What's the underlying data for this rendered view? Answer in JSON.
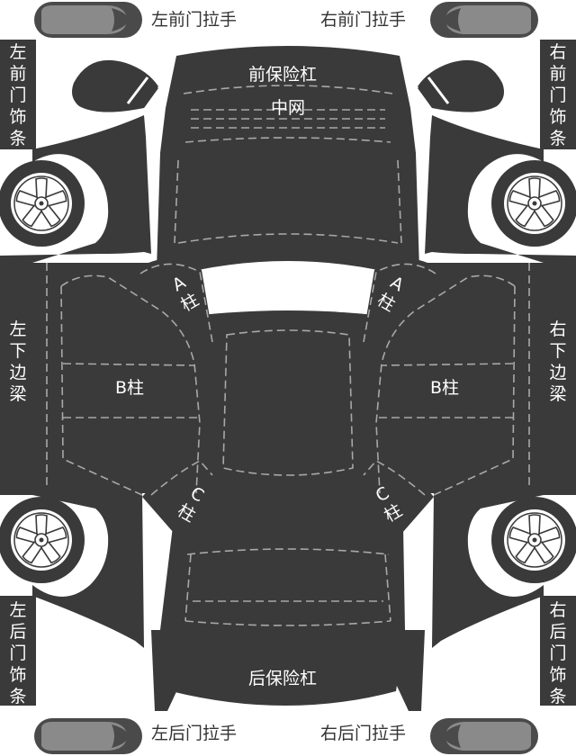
{
  "colors": {
    "panel": "#3a3a3a",
    "handle_outer": "#4a4a4a",
    "handle_inner": "#8a8a8a",
    "dash": "#a8a8a8",
    "text_on_dark": "#ffffff",
    "text_on_light": "#333333",
    "background": "#ffffff"
  },
  "labels": {
    "front_bumper": "前保险杠",
    "grille": "中网",
    "rear_bumper": "后保险杠",
    "left_front_handle": "左前门拉手",
    "right_front_handle": "右前门拉手",
    "left_rear_handle": "左后门拉手",
    "right_rear_handle": "右后门拉手",
    "left_front_trim": "左前门饰条",
    "right_front_trim": "右前门饰条",
    "left_rear_trim": "左后门饰条",
    "right_rear_trim": "右后门饰条",
    "left_sill": "左下边梁",
    "right_sill": "右下边梁",
    "left_b_pillar": "B柱",
    "right_b_pillar": "B柱",
    "left_a_pillar": "A柱",
    "right_a_pillar": "A柱",
    "left_c_pillar": "C柱",
    "right_c_pillar": "C柱"
  },
  "icons": {
    "wheel": "wheel-icon",
    "mirror": "mirror-icon",
    "door_handle": "door-handle-icon"
  }
}
